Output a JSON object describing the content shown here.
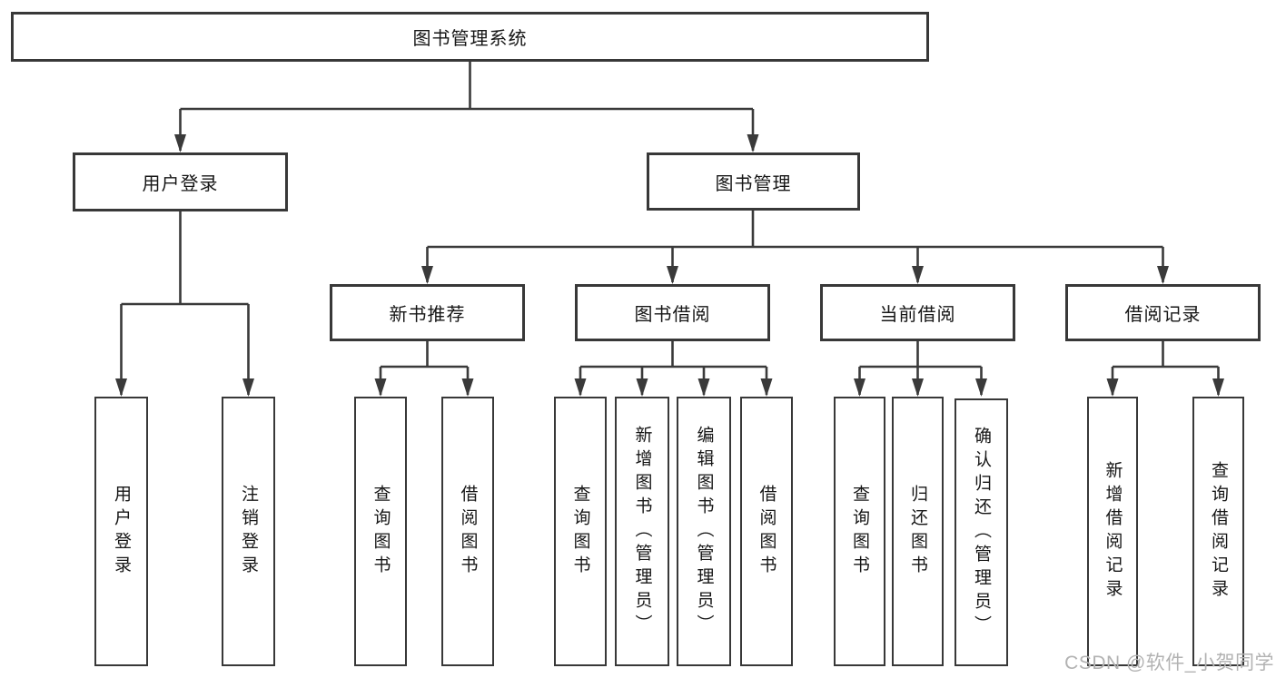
{
  "diagram": {
    "root": {
      "label": "图书管理系统"
    },
    "branches": [
      {
        "label": "用户登录",
        "children": [
          {
            "label": "用户登录"
          },
          {
            "label": "注销登录"
          }
        ]
      },
      {
        "label": "图书管理",
        "children": [
          {
            "label": "新书推荐",
            "children": [
              {
                "label": "查询图书"
              },
              {
                "label": "借阅图书"
              }
            ]
          },
          {
            "label": "图书借阅",
            "children": [
              {
                "label": "查询图书"
              },
              {
                "label": "新增图书（管理员）"
              },
              {
                "label": "编辑图书（管理员）"
              },
              {
                "label": "借阅图书"
              }
            ]
          },
          {
            "label": "当前借阅",
            "children": [
              {
                "label": "查询图书"
              },
              {
                "label": "归还图书"
              },
              {
                "label": "确认归还（管理员）"
              }
            ]
          },
          {
            "label": "借阅记录",
            "children": [
              {
                "label": "新增借阅记录"
              },
              {
                "label": "查询借阅记录"
              }
            ]
          }
        ]
      }
    ]
  },
  "watermark": {
    "text": "CSDN @软件_小贺同学"
  },
  "colors": {
    "line": "#3a3a3a",
    "box_border": "#383838",
    "box_bg": "#ffffff",
    "text": "#161616",
    "watermark": "#b2b2b2"
  }
}
